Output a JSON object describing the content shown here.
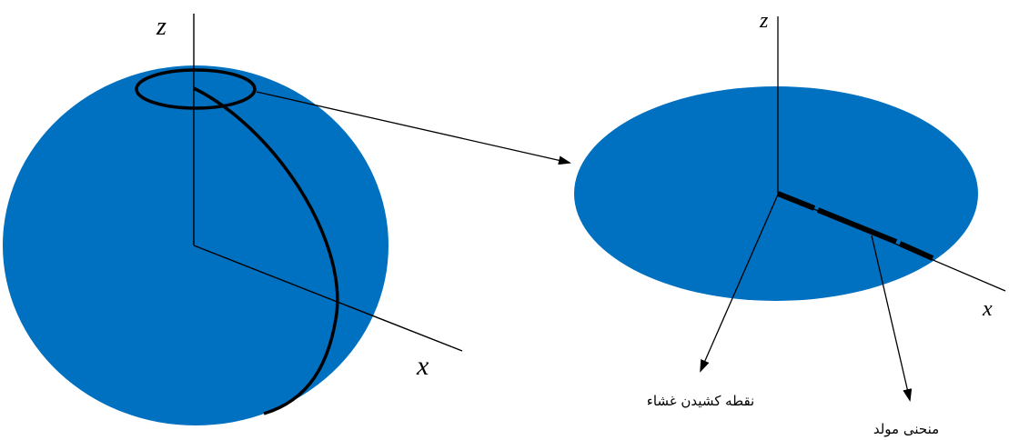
{
  "colors": {
    "fill": "#0070C0",
    "stroke": "#000000",
    "background": "#FFFFFF"
  },
  "left_figure": {
    "axis_z_label": "z",
    "axis_x_label": "x"
  },
  "right_figure": {
    "axis_z_label": "z",
    "axis_x_label": "x",
    "label_pull_point": "نقطه کشیدن غشاء",
    "label_generating_curve": "منحنی مولد"
  }
}
